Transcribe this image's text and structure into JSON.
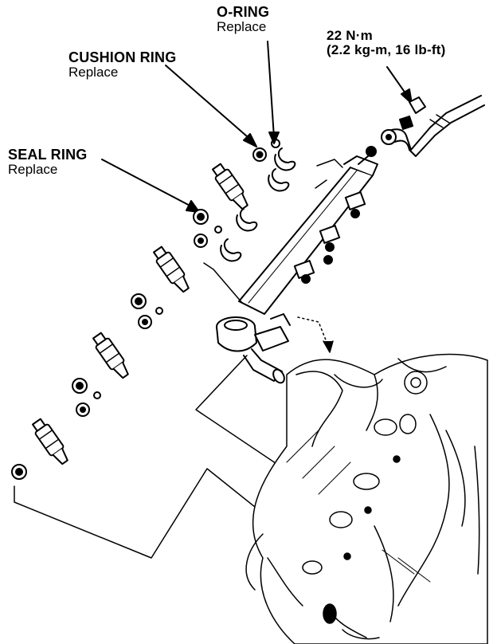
{
  "labels": {
    "o_ring": {
      "title": "O-RING",
      "note": "Replace"
    },
    "cushion_ring": {
      "title": "CUSHION RING",
      "note": "Replace"
    },
    "seal_ring": {
      "title": "SEAL RING",
      "note": "Replace"
    },
    "torque": {
      "line1": "22 N·m",
      "line2": "(2.2 kg-m, 16 lb-ft)"
    }
  },
  "colors": {
    "ink": "#000000",
    "paper": "#ffffff"
  }
}
